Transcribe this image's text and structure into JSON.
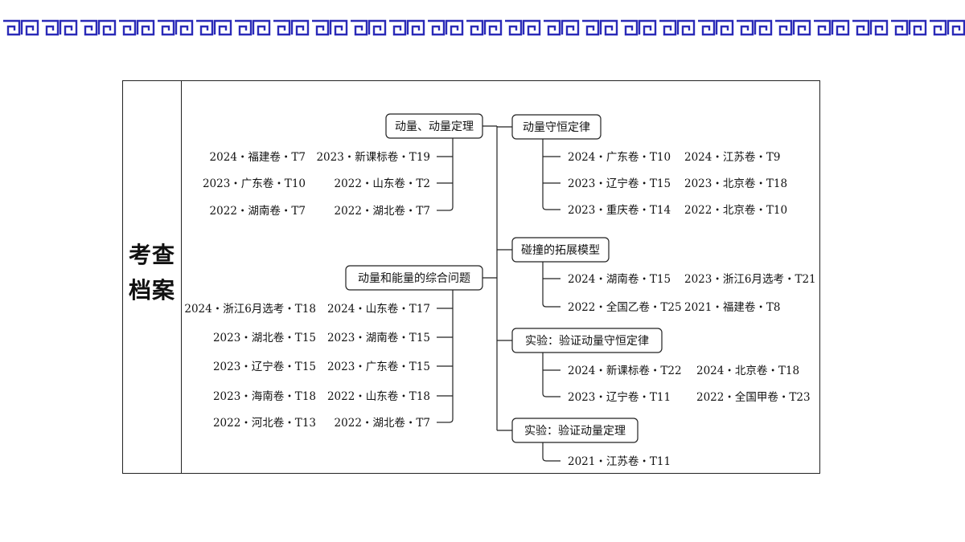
{
  "title": [
    "考查",
    "档案"
  ],
  "border_color": "#2a2ab8",
  "left_topics": [
    {
      "label": "动量、动量定理",
      "refs": [
        [
          "2024・福建卷・T7",
          "2023・新课标卷・T19"
        ],
        [
          "2023・广东卷・T10",
          "2022・山东卷・T2"
        ],
        [
          "2022・湖南卷・T7",
          "2022・湖北卷・T7"
        ]
      ]
    },
    {
      "label": "动量和能量的综合问题",
      "refs": [
        [
          "2024・浙江6月选考・T18",
          "2024・山东卷・T17"
        ],
        [
          "2023・湖北卷・T15",
          "2023・湖南卷・T15"
        ],
        [
          "2023・辽宁卷・T15",
          "2023・广东卷・T15"
        ],
        [
          "2023・海南卷・T18",
          "2022・山东卷・T18"
        ],
        [
          "2022・河北卷・T13",
          "2022・湖北卷・T7"
        ]
      ]
    }
  ],
  "right_topics": [
    {
      "label": "动量守恒定律",
      "refs": [
        [
          "2024・广东卷・T10",
          "2024・江苏卷・T9"
        ],
        [
          "2023・辽宁卷・T15",
          "2023・北京卷・T18"
        ],
        [
          "2023・重庆卷・T14",
          "2022・北京卷・T10"
        ]
      ]
    },
    {
      "label": "碰撞的拓展模型",
      "refs": [
        [
          "2024・湖南卷・T15",
          "2023・浙江6月选考・T21"
        ],
        [
          "2022・全国乙卷・T25",
          "2021・福建卷・T8"
        ]
      ]
    },
    {
      "label": "实验：验证动量守恒定律",
      "refs": [
        [
          "2024・新课标卷・T22",
          "2024・北京卷・T18"
        ],
        [
          "2023・辽宁卷・T11",
          "2022・全国甲卷・T23"
        ]
      ]
    },
    {
      "label": "实验：验证动量定理",
      "refs": [
        [
          "2021・江苏卷・T11"
        ]
      ]
    }
  ]
}
